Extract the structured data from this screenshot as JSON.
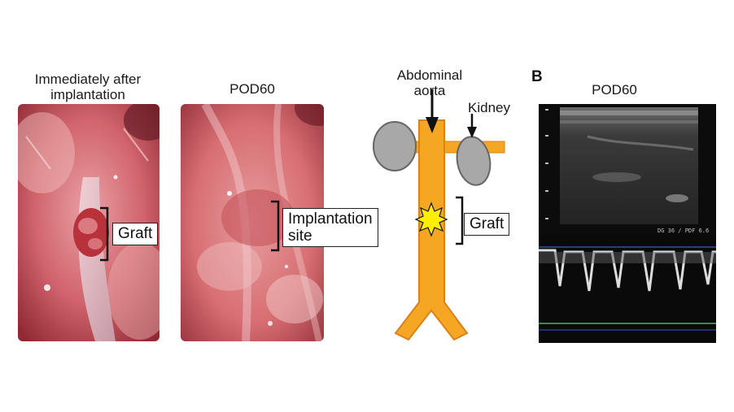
{
  "panelA": {
    "left_caption": "Immediately after\nimplantation",
    "middle_caption": "POD60",
    "graft_label": "Graft",
    "implant_label": "Implantation\nsite"
  },
  "diagram": {
    "aorta_label": "Abdominal\naorta",
    "kidney_label": "Kidney",
    "graft_label": "Graft",
    "colors": {
      "aorta": "#f5a623",
      "aorta_edge": "#d9821a",
      "kidney": "#a8a8a8",
      "graft": "#ffee00"
    }
  },
  "panelB": {
    "letter": "B",
    "caption": "POD60",
    "readout": "DG 36 /  PDF 6.6"
  }
}
